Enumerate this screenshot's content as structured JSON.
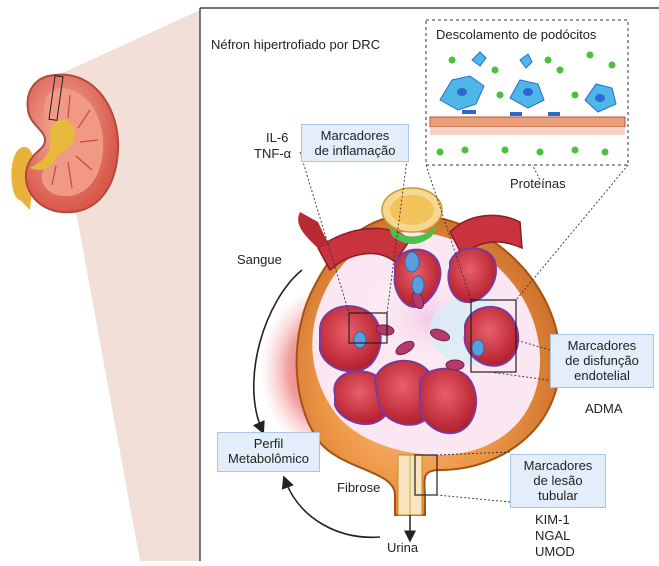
{
  "title": "Néfron hipertrofiado por DRC",
  "podocyte_panel": {
    "title": "Descolamento de podócitos"
  },
  "labels": {
    "proteins": "Proteínas",
    "il6": "IL-6",
    "tnfa": "TNF-α",
    "blood": "Sangue",
    "fibrosis": "Fibrose",
    "urine": "Urina",
    "adma": "ADMA",
    "kim1": "KIM-1",
    "ngal": "NGAL",
    "umod": "UMOD"
  },
  "boxes": {
    "inflammation": {
      "line1": "Marcadores",
      "line2": "de inflamação"
    },
    "endothelial": {
      "line1": "Marcadores",
      "line2": "de disfunção",
      "line3": "endotelial"
    },
    "tubular": {
      "line1": "Marcadores",
      "line2": "de lesão",
      "line3": "tubular"
    },
    "metabolomic": {
      "line1": "Perfil",
      "line2": "Metabolômico"
    }
  },
  "colors": {
    "capsule": "#e8963a",
    "tissue_red": "#c8323a",
    "membrane_purple": "#a15fc0",
    "podocyte_blue": "#4a90d6",
    "protein_green": "#4cbf3c",
    "box_fill": "#e3eefa",
    "box_border": "#a9c6e6",
    "zoom_wedge": "#e8cfc6"
  }
}
